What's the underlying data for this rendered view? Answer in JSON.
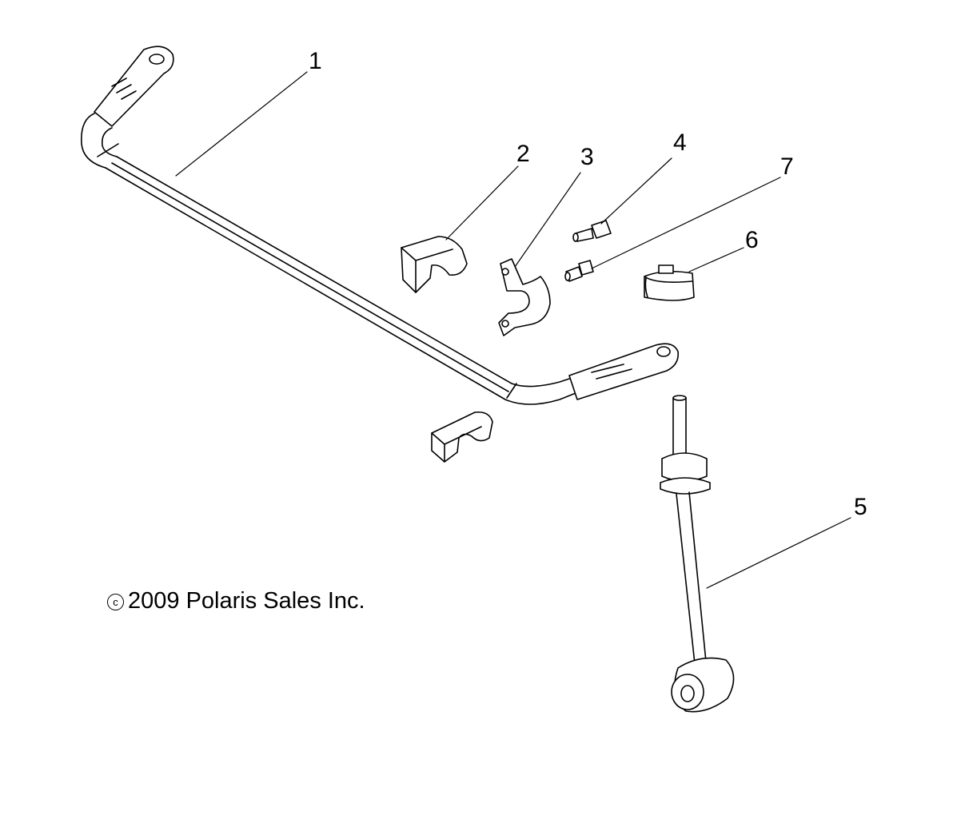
{
  "callouts": {
    "c1": "1",
    "c2": "2",
    "c3": "3",
    "c4": "4",
    "c5": "5",
    "c6": "6",
    "c7": "7"
  },
  "copyright": {
    "symbol": "c",
    "text": "2009 Polaris Sales Inc."
  },
  "colors": {
    "line": "#000000",
    "part_fill": "#ffffff",
    "shade": "#e8e8e8"
  }
}
